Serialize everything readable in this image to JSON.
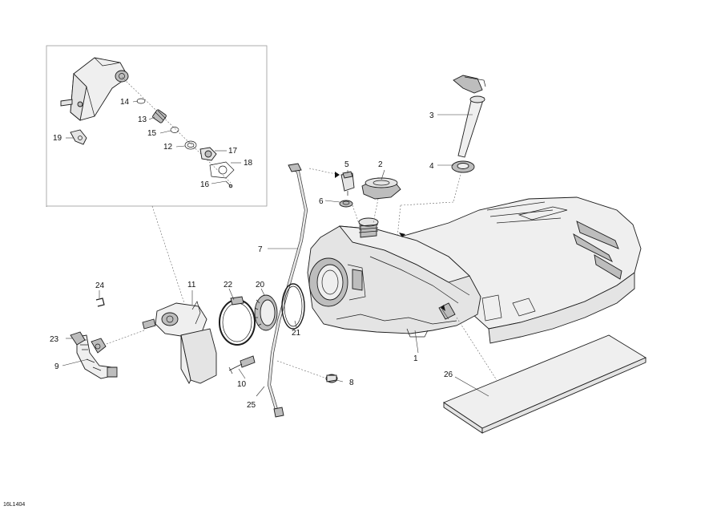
{
  "drawing_code": "16L1404",
  "callouts": {
    "c1": "1",
    "c2": "2",
    "c3": "3",
    "c4": "4",
    "c5": "5",
    "c6": "6",
    "c7": "7",
    "c8": "8",
    "c9": "9",
    "c10": "10",
    "c11": "11",
    "c12": "12",
    "c13": "13",
    "c14": "14",
    "c15": "15",
    "c16": "16",
    "c17": "17",
    "c18": "18",
    "c19": "19",
    "c20": "20",
    "c21": "21",
    "c22": "22",
    "c23": "23",
    "c24": "24",
    "c25": "25",
    "c26": "26"
  }
}
